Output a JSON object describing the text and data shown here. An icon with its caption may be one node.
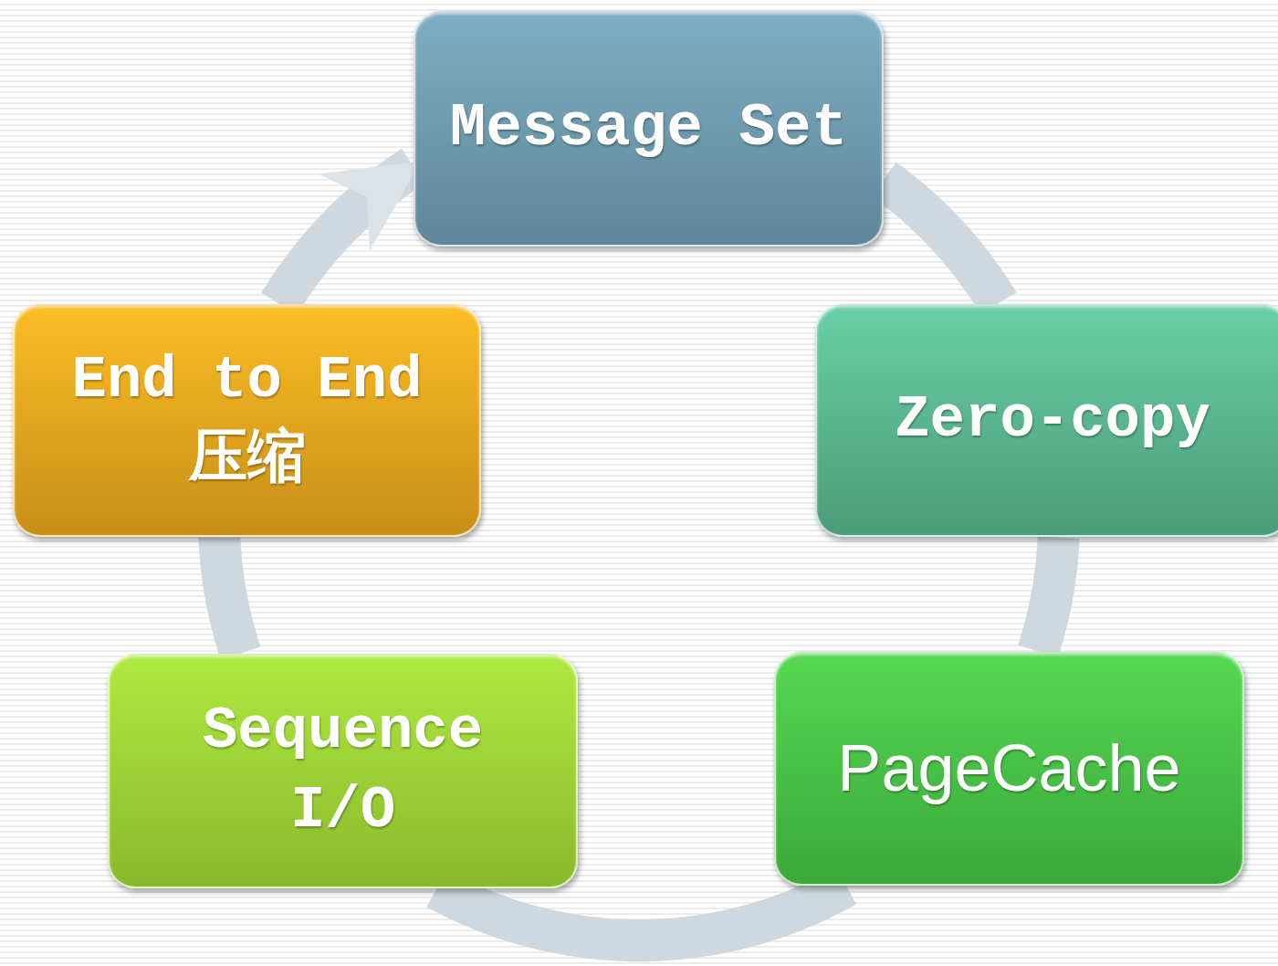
{
  "diagram": {
    "nodes": [
      {
        "text": [
          "Message Set"
        ]
      },
      {
        "text": [
          "Zero-copy"
        ]
      },
      {
        "text": [
          "PageCache"
        ]
      },
      {
        "text": [
          "Sequence I/O"
        ]
      },
      {
        "text": [
          "End to End 压缩"
        ]
      }
    ],
    "edges": [
      {
        "from": 0,
        "to": 1,
        "arrow": "none"
      },
      {
        "from": 1,
        "to": 2,
        "arrow": "none"
      },
      {
        "from": 2,
        "to": 3,
        "arrow": "none"
      },
      {
        "from": 3,
        "to": 4,
        "arrow": "none"
      },
      {
        "from": 4,
        "to": 0,
        "arrow": "to"
      }
    ]
  }
}
